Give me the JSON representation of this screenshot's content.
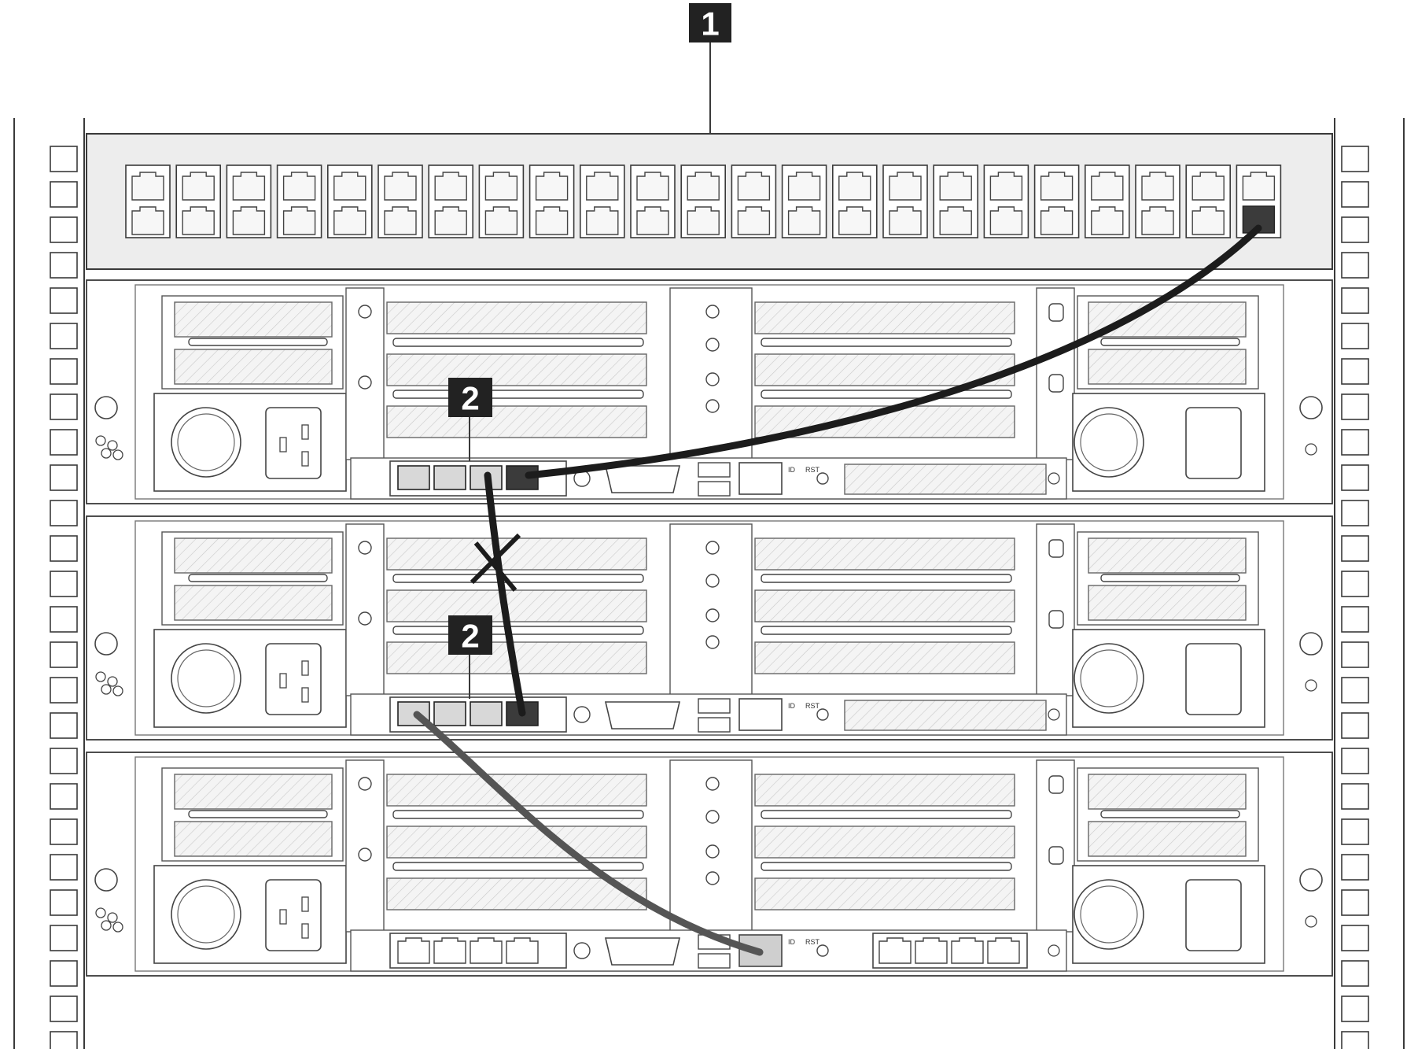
{
  "callouts": [
    {
      "label": "1",
      "target": "network-switch"
    },
    {
      "label": "2",
      "target": "server-node-upper-ocp-module"
    },
    {
      "label": "2",
      "target": "server-node-middle-ocp-module"
    }
  ],
  "switch": {
    "port_columns": 23,
    "rows": 2
  },
  "servers": [
    {
      "name": "server-node-upper",
      "module": "ocp-4port",
      "active_port": 4
    },
    {
      "name": "server-node-middle",
      "module": "ocp-4port",
      "active_port": 4
    },
    {
      "name": "server-node-lower",
      "module": "rj45-4port",
      "active_port": 0
    }
  ],
  "server_port_labels": {
    "id": "ID",
    "rst": "RST"
  },
  "colors": {
    "line": "#3a3a3a",
    "cable_black": "#1c1c1c",
    "cable_gray": "#5a5a5a",
    "callout_bg": "#222222",
    "switch_bg": "#ededed",
    "port_active": "#3b3b3b",
    "port_idle": "#d8d8d8"
  }
}
